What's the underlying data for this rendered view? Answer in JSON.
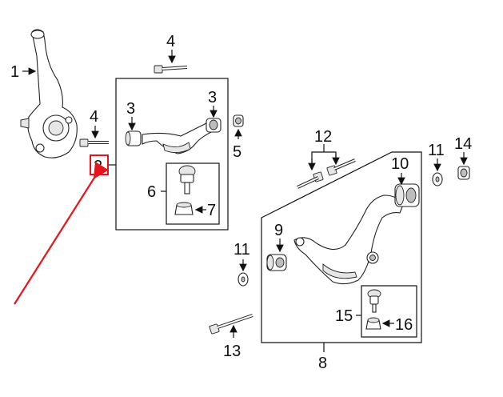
{
  "diagram": {
    "callouts": {
      "c1": "1",
      "c2": "2",
      "c3a": "3",
      "c3b": "3",
      "c4a": "4",
      "c4b": "4",
      "c5": "5",
      "c6": "6",
      "c7": "7",
      "c8": "8",
      "c9": "9",
      "c10": "10",
      "c11a": "11",
      "c11b": "11",
      "c12": "12",
      "c13": "13",
      "c14": "14",
      "c15": "15",
      "c16": "16"
    },
    "highlight_color": "#e8141c"
  }
}
